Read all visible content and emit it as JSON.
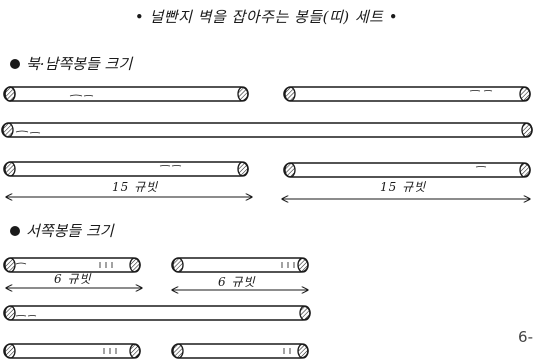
{
  "title": "• 널빤지 벽을 잡아주는 봉들(띠) 세트 •",
  "north_south_section": {
    "heading": "북·남쪽봉들 크기",
    "dimension_labels": [
      "15 규빗",
      "15 규빗"
    ]
  },
  "west_section": {
    "heading": "서쪽봉들 크기",
    "dimension_labels": [
      "6 규빗",
      "6 규빗"
    ]
  },
  "page_number": "6-"
}
